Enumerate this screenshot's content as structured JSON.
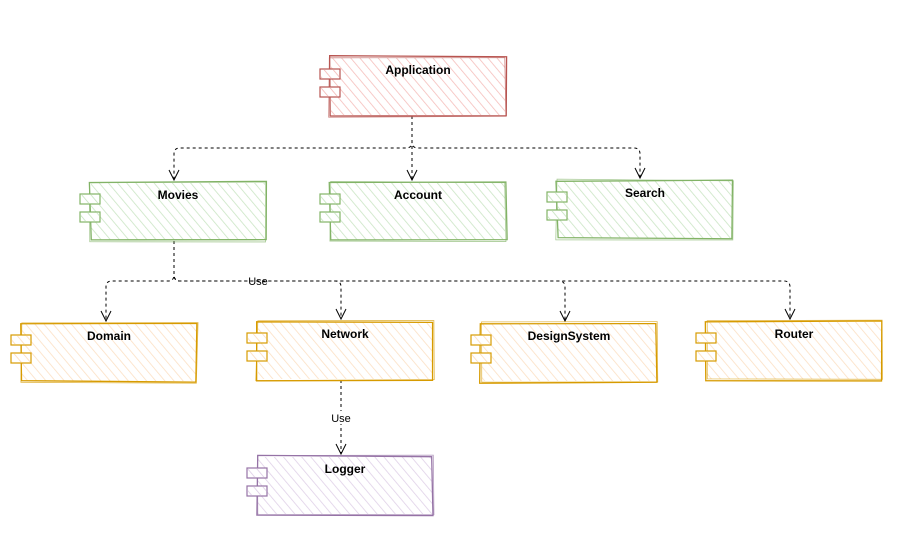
{
  "diagram": {
    "components": [
      {
        "id": "application",
        "label": "Application",
        "stroke": "#b85450",
        "fill": "#f8cecc"
      },
      {
        "id": "movies",
        "label": "Movies",
        "stroke": "#82b366",
        "fill": "#d5e8d4"
      },
      {
        "id": "account",
        "label": "Account",
        "stroke": "#82b366",
        "fill": "#d5e8d4"
      },
      {
        "id": "search",
        "label": "Search",
        "stroke": "#82b366",
        "fill": "#d5e8d4"
      },
      {
        "id": "domain",
        "label": "Domain",
        "stroke": "#d79b00",
        "fill": "#ffe6cc"
      },
      {
        "id": "network",
        "label": "Network",
        "stroke": "#d79b00",
        "fill": "#ffe6cc"
      },
      {
        "id": "designsystem",
        "label": "DesignSystem",
        "stroke": "#d79b00",
        "fill": "#ffe6cc"
      },
      {
        "id": "router",
        "label": "Router",
        "stroke": "#d79b00",
        "fill": "#ffe6cc"
      },
      {
        "id": "logger",
        "label": "Logger",
        "stroke": "#9673a6",
        "fill": "#e1d5e7"
      }
    ],
    "edges": [
      {
        "from": "application",
        "to": "movies",
        "label": ""
      },
      {
        "from": "application",
        "to": "account",
        "label": ""
      },
      {
        "from": "application",
        "to": "search",
        "label": ""
      },
      {
        "from": "movies",
        "to": "domain",
        "label": ""
      },
      {
        "from": "movies",
        "to": "network",
        "label": "Use"
      },
      {
        "from": "movies",
        "to": "designsystem",
        "label": ""
      },
      {
        "from": "movies",
        "to": "router",
        "label": ""
      },
      {
        "from": "network",
        "to": "logger",
        "label": "Use"
      }
    ]
  }
}
